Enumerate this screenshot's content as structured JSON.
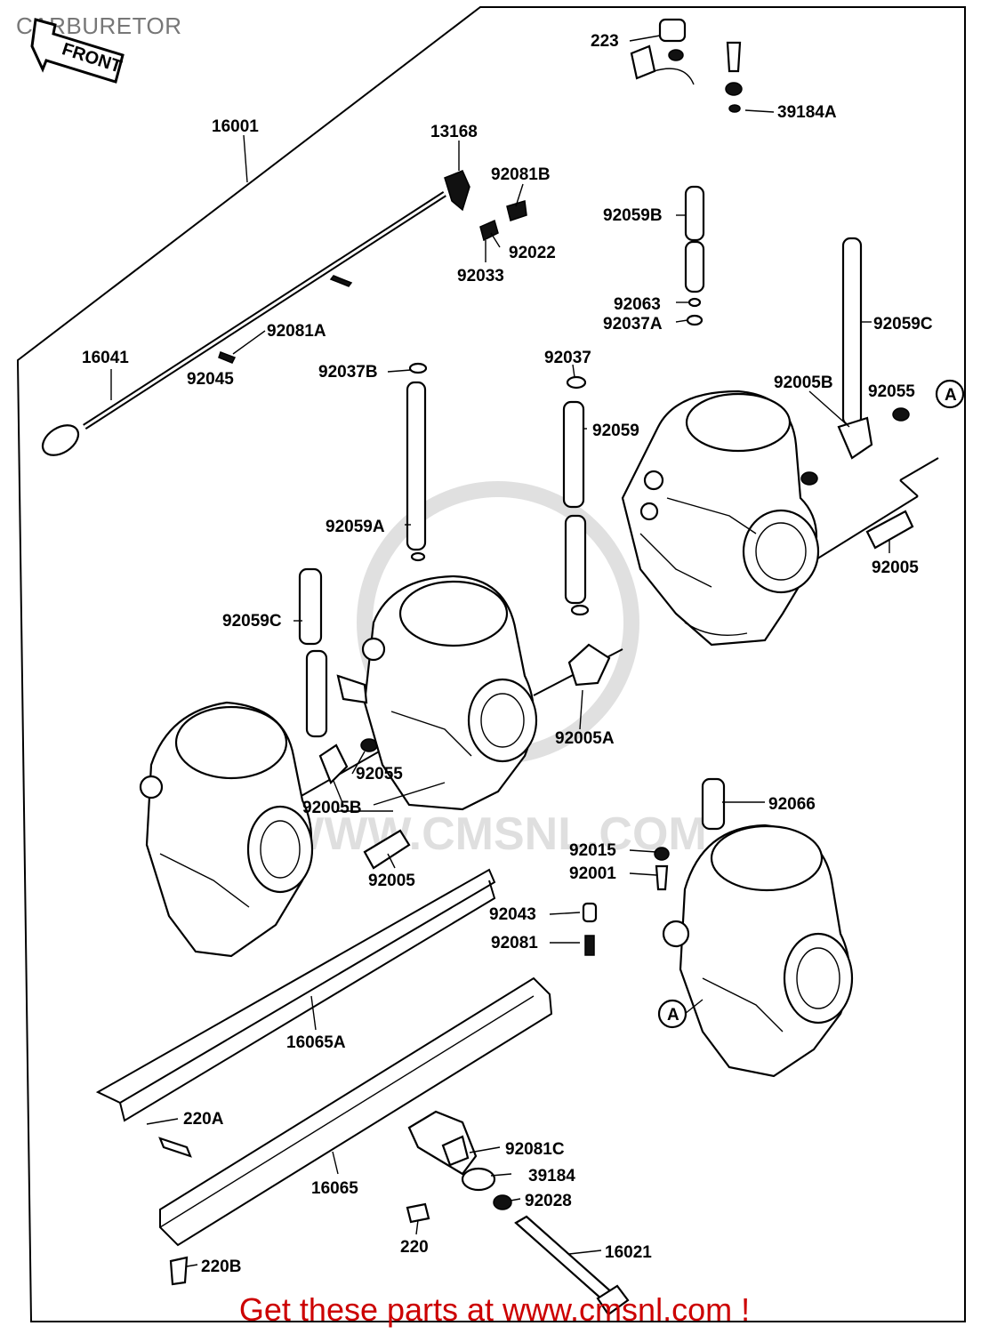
{
  "title": "CARBURETOR",
  "footer": "Get these parts at www.cmsnl.com !",
  "watermark": "WWW.CMSNL.COM",
  "front_label": "FRONT",
  "callouts": [
    "223",
    "39184A",
    "16001",
    "13168",
    "92081B",
    "92033",
    "92022",
    "92059B",
    "92063",
    "92037A",
    "92059C",
    "16041",
    "92081A",
    "92045",
    "92037B",
    "92037",
    "92059",
    "92005B",
    "92055",
    "A",
    "92059A",
    "92005",
    "92059C",
    "92005A",
    "92055",
    "92005B",
    "92005",
    "92066",
    "92015",
    "92001",
    "92043",
    "92081",
    "A",
    "16065A",
    "220A",
    "92081C",
    "39184",
    "92028",
    "16065",
    "220",
    "16021",
    "220B"
  ]
}
